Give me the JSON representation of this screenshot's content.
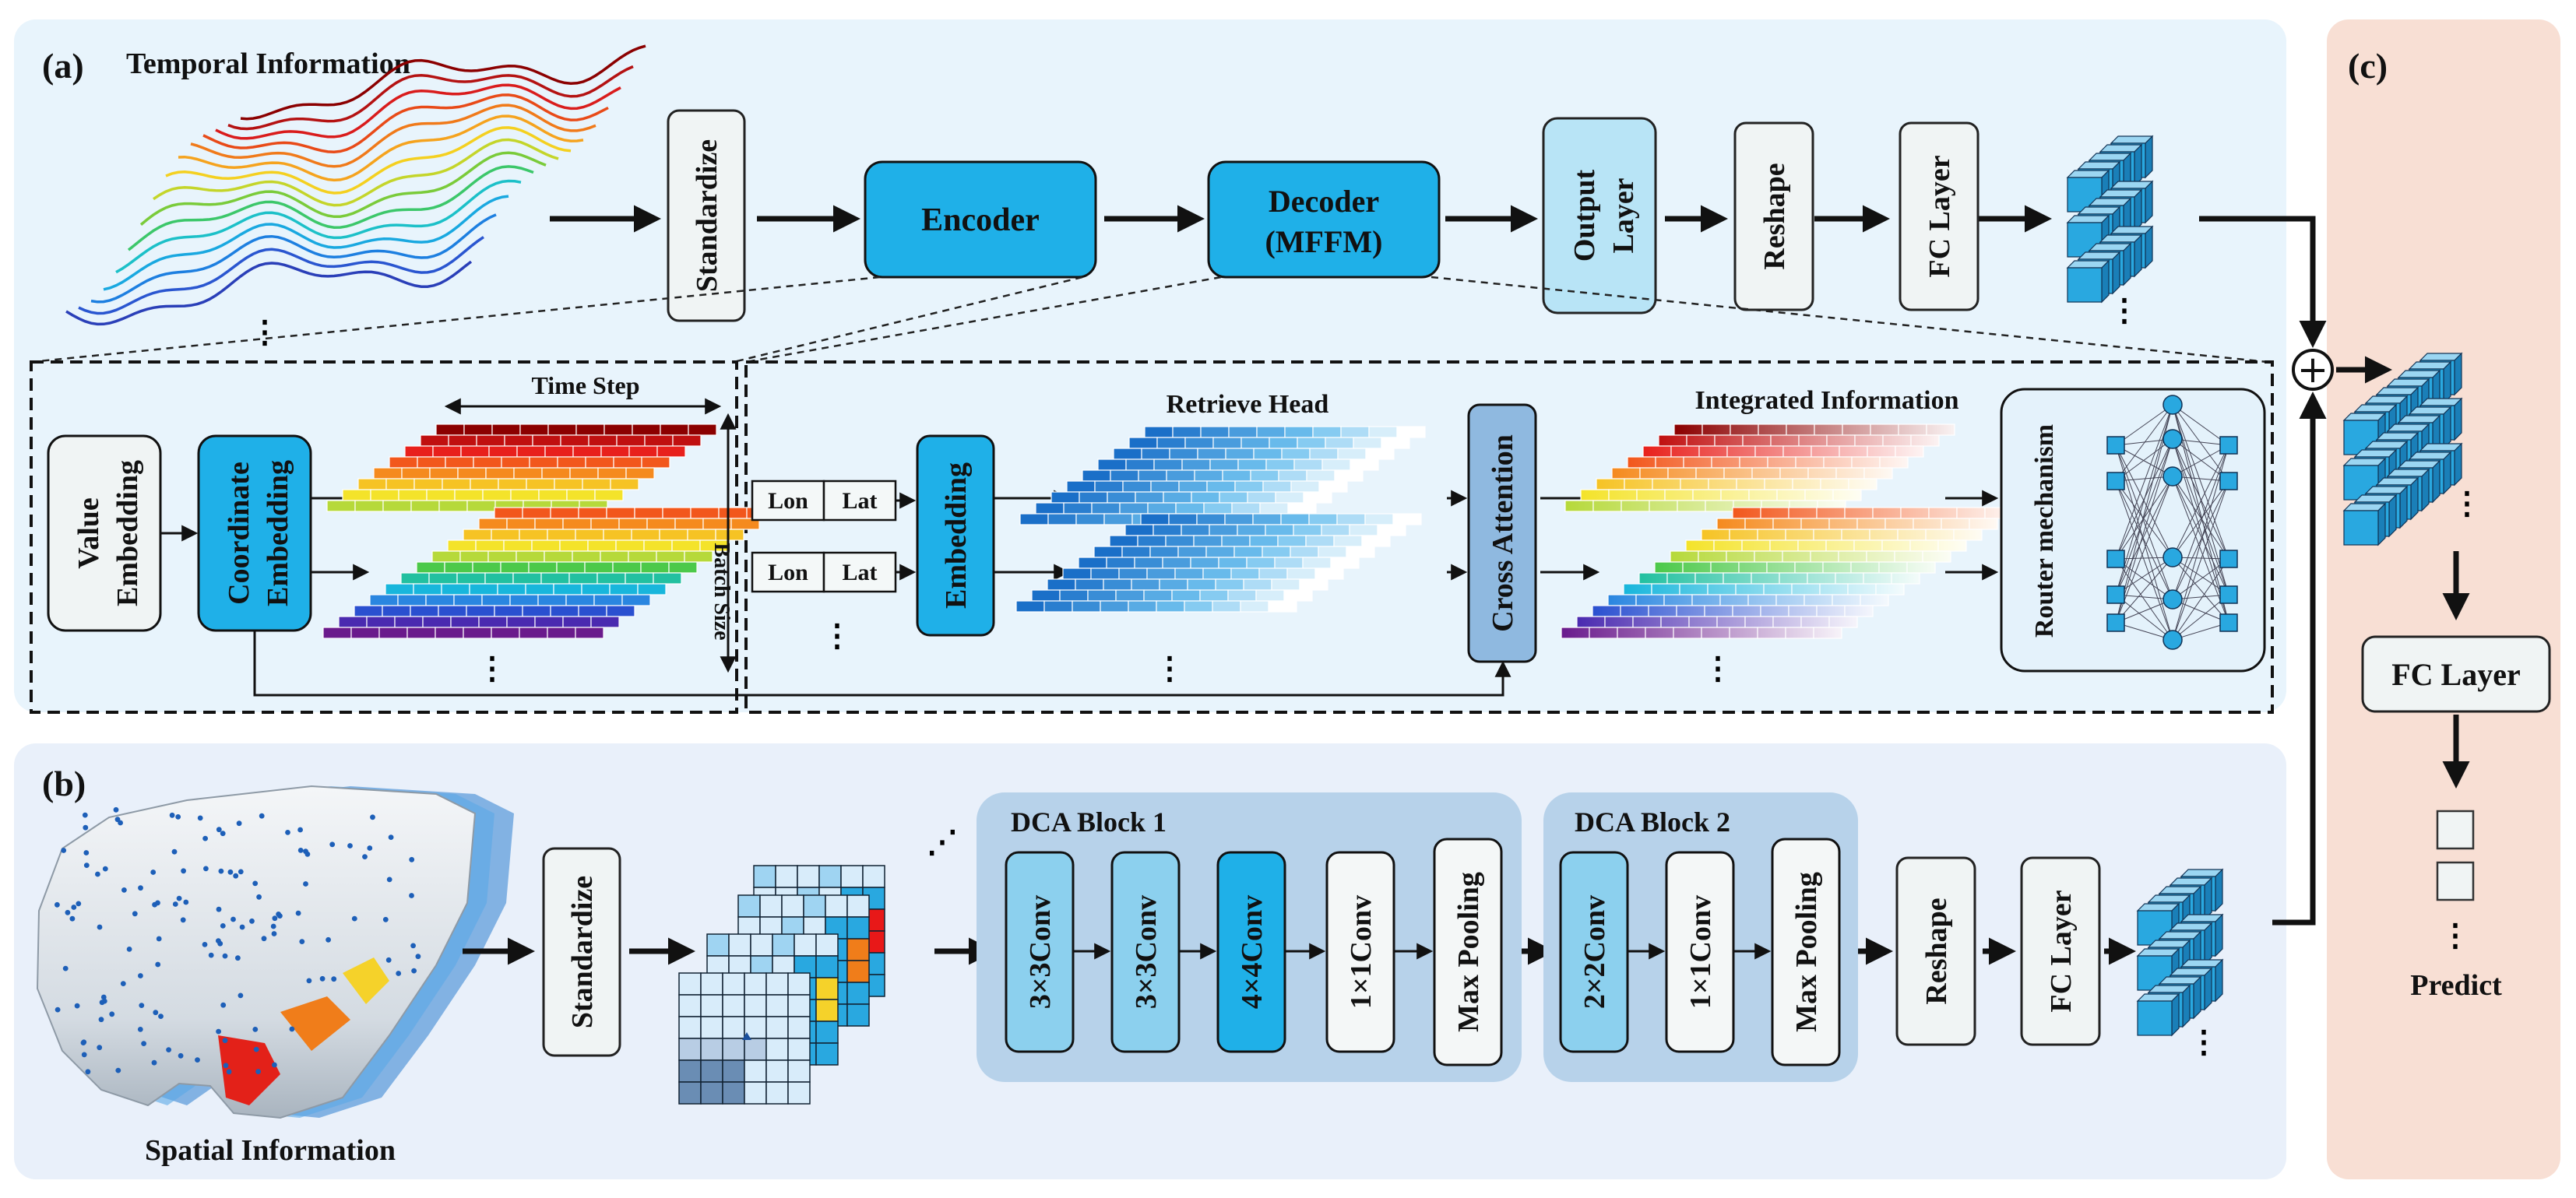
{
  "panels": {
    "a": {
      "label": "(a)",
      "title": "Temporal Information"
    },
    "b": {
      "label": "(b)",
      "title": "Spatial Information"
    },
    "c": {
      "label": "(c)"
    }
  },
  "pipeline_a": {
    "standardize": "Standardize",
    "encoder": "Encoder",
    "decoder_line1": "Decoder",
    "decoder_line2": "(MFFM)",
    "output_line1": "Output",
    "output_line2": "Layer",
    "reshape": "Reshape",
    "fc_layer": "FC Layer"
  },
  "encoder_detail": {
    "value_line1": "Value",
    "value_line2": "Embedding",
    "coord_line1": "Coordinate",
    "coord_line2": "Embedding",
    "time_step": "Time Step",
    "batch_size": "Batch Size"
  },
  "decoder_detail": {
    "lon": "Lon",
    "lat": "Lat",
    "embedding": "Embedding",
    "retrieve_head": "Retrieve Head",
    "cross_attention": "Cross Attention",
    "integrated_information": "Integrated Information",
    "router_mechanism": "Router mechanism"
  },
  "pipeline_b": {
    "standardize": "Standardize",
    "dca_block_1": "DCA Block 1",
    "conv1": "3×3Conv",
    "conv2": "3×3Conv",
    "conv3": "4×4Conv",
    "conv4": "1×1Conv",
    "pool1": "Max Pooling",
    "dca_block_2": "DCA Block 2",
    "conv5": "2×2Conv",
    "conv6": "1×1Conv",
    "pool2": "Max Pooling",
    "reshape": "Reshape",
    "fc_layer": "FC Layer"
  },
  "panel_c": {
    "fc_layer": "FC Layer",
    "predict": "Predict",
    "plus_symbol": "+"
  },
  "colors": {
    "panel_a_bg": "#e8f4fc",
    "panel_b_bg": "#e9f0fa",
    "panel_c_bg": "#f8dfd4",
    "dark_blue_block": "#1fb0e8",
    "light_blue_block": "#b8e4f6",
    "grey_block": "#f0f4f4",
    "dca_bg": "#b7d2ea",
    "cube_blue": "#29a8e0"
  }
}
